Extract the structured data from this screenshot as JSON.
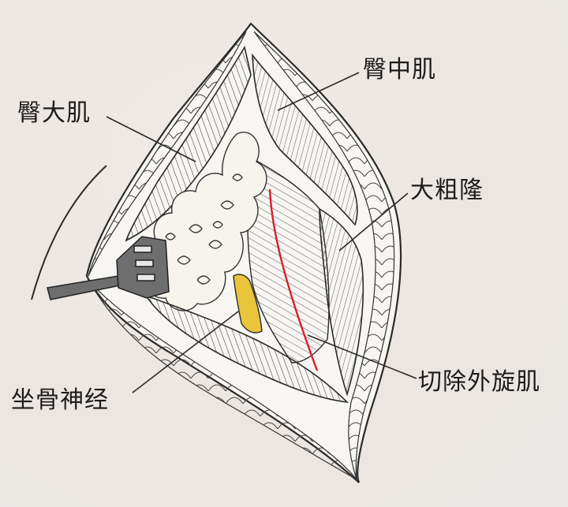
{
  "labels": {
    "gluteus_medius": "臀中肌",
    "gluteus_maximus": "臀大肌",
    "greater_trochanter": "大粗隆",
    "excised_external_rotators": "切除外旋肌",
    "sciatic_nerve": "坐骨神经"
  },
  "colors": {
    "background": "#ece6e2",
    "line": "#2a2a2a",
    "nerve": "#e8c53a",
    "incision": "#d8202a",
    "fat": "#f3f0ea",
    "muscle": "#f6f4f0"
  }
}
